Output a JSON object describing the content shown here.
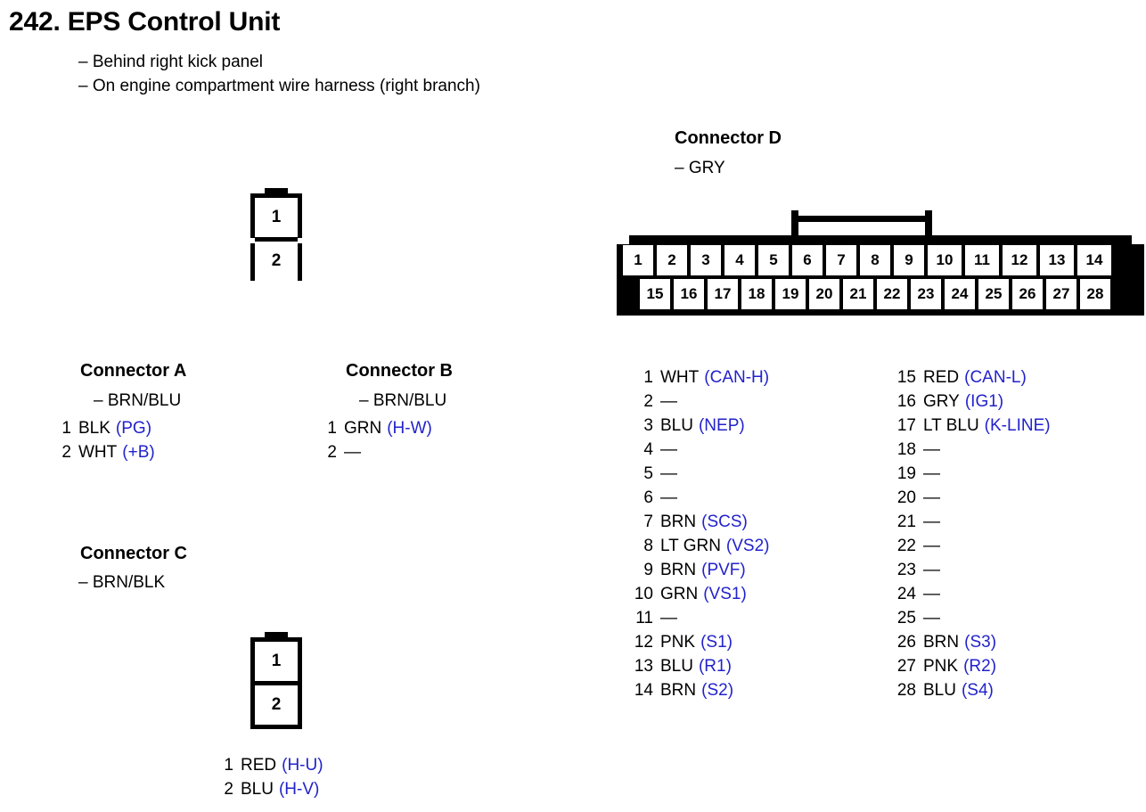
{
  "header": {
    "title": "242. EPS Control Unit",
    "subtitles": [
      "– Behind right kick panel",
      "– On engine compartment wire harness (right branch)"
    ]
  },
  "connectors": {
    "a": {
      "heading": "Connector A",
      "color": "– BRN/BLU",
      "pins": [
        {
          "num": "1",
          "wire": "BLK",
          "signal": "(PG)"
        },
        {
          "num": "2",
          "wire": "WHT",
          "signal": "(+B)"
        }
      ]
    },
    "b": {
      "heading": "Connector B",
      "color": "– BRN/BLU",
      "pins": [
        {
          "num": "1",
          "wire": "GRN",
          "signal": "(H-W)"
        },
        {
          "num": "2",
          "wire": "—",
          "signal": ""
        }
      ]
    },
    "c": {
      "heading": "Connector C",
      "color": "– BRN/BLK",
      "pins": [
        {
          "num": "1",
          "wire": "RED",
          "signal": "(H-U)"
        },
        {
          "num": "2",
          "wire": "BLU",
          "signal": "(H-V)"
        }
      ]
    },
    "d": {
      "heading": "Connector D",
      "color": "– GRY",
      "cells_top": [
        "1",
        "2",
        "3",
        "4",
        "5",
        "6",
        "7",
        "8",
        "9",
        "10",
        "11",
        "12",
        "13",
        "14"
      ],
      "cells_bottom": [
        "15",
        "16",
        "17",
        "18",
        "19",
        "20",
        "21",
        "22",
        "23",
        "24",
        "25",
        "26",
        "27",
        "28"
      ],
      "pins_left": [
        {
          "num": "1",
          "wire": "WHT",
          "signal": "(CAN-H)"
        },
        {
          "num": "2",
          "wire": "—",
          "signal": ""
        },
        {
          "num": "3",
          "wire": "BLU",
          "signal": "(NEP)"
        },
        {
          "num": "4",
          "wire": "—",
          "signal": ""
        },
        {
          "num": "5",
          "wire": "—",
          "signal": ""
        },
        {
          "num": "6",
          "wire": "—",
          "signal": ""
        },
        {
          "num": "7",
          "wire": "BRN",
          "signal": "(SCS)"
        },
        {
          "num": "8",
          "wire": "LT GRN",
          "signal": "(VS2)"
        },
        {
          "num": "9",
          "wire": "BRN",
          "signal": "(PVF)"
        },
        {
          "num": "10",
          "wire": "GRN",
          "signal": "(VS1)"
        },
        {
          "num": "11",
          "wire": "—",
          "signal": ""
        },
        {
          "num": "12",
          "wire": "PNK",
          "signal": "(S1)"
        },
        {
          "num": "13",
          "wire": "BLU",
          "signal": "(R1)"
        },
        {
          "num": "14",
          "wire": "BRN",
          "signal": "(S2)"
        }
      ],
      "pins_right": [
        {
          "num": "15",
          "wire": "RED",
          "signal": "(CAN-L)"
        },
        {
          "num": "16",
          "wire": "GRY",
          "signal": "(IG1)"
        },
        {
          "num": "17",
          "wire": "LT BLU",
          "signal": "(K-LINE)"
        },
        {
          "num": "18",
          "wire": "—",
          "signal": ""
        },
        {
          "num": "19",
          "wire": "—",
          "signal": ""
        },
        {
          "num": "20",
          "wire": "—",
          "signal": ""
        },
        {
          "num": "21",
          "wire": "—",
          "signal": ""
        },
        {
          "num": "22",
          "wire": "—",
          "signal": ""
        },
        {
          "num": "23",
          "wire": "—",
          "signal": ""
        },
        {
          "num": "24",
          "wire": "—",
          "signal": ""
        },
        {
          "num": "25",
          "wire": "—",
          "signal": ""
        },
        {
          "num": "26",
          "wire": "BRN",
          "signal": "(S3)"
        },
        {
          "num": "27",
          "wire": "PNK",
          "signal": "(R2)"
        },
        {
          "num": "28",
          "wire": "BLU",
          "signal": "(S4)"
        }
      ]
    }
  },
  "colors": {
    "signal": "#2222cc",
    "ink": "#000000",
    "page": "#ffffff"
  }
}
